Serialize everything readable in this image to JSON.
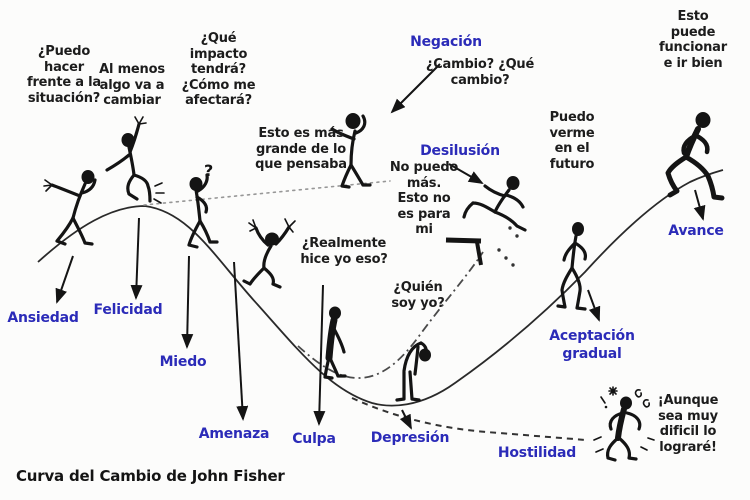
{
  "diagram": {
    "caption": "Curva del Cambio de John Fisher"
  },
  "colors": {
    "stage_label_blue": "#2b2bb8",
    "thought_text_black": "#1c1c1c",
    "background": "#fcfcfb"
  },
  "stages": {
    "ansiedad": {
      "label": "Ansiedad",
      "thought": "¿Puedo\nhacer\nfrente a la\nsituación?"
    },
    "felicidad": {
      "label": "Felicidad",
      "thought": "Al menos\nalgo va a\ncambiar"
    },
    "miedo": {
      "label": "Miedo",
      "thought": "¿Qué\nimpacto\ntendrá?\n¿Cómo me\nafectará?",
      "glyph": "?"
    },
    "amenaza": {
      "label": "Amenaza",
      "thought": "Esto es más\ngrande de lo\nque pensaba"
    },
    "culpa": {
      "label": "Culpa",
      "thought": "¿Realmente\nhice yo eso?"
    },
    "depresion": {
      "label": "Depresión",
      "thought": "¿Quién\nsoy yo?"
    },
    "negacion": {
      "label": "Negación",
      "thought": "¿Cambio? ¿Qué\ncambio?"
    },
    "desilusion": {
      "label": "Desilusión",
      "thought": "No puedo\nmás.\nEsto no\nes para\nmi"
    },
    "hostilidad": {
      "label": "Hostilidad",
      "thought": "¡Aunque\nsea muy\ndificil lo\nlograré!"
    },
    "aceptacion": {
      "label": "Aceptación\ngradual",
      "thought": "Puedo\nverme\nen el\nfuturo"
    },
    "avance": {
      "label": "Avance",
      "thought": "Esto\npuede\nfuncionar\ne ir bien"
    }
  }
}
